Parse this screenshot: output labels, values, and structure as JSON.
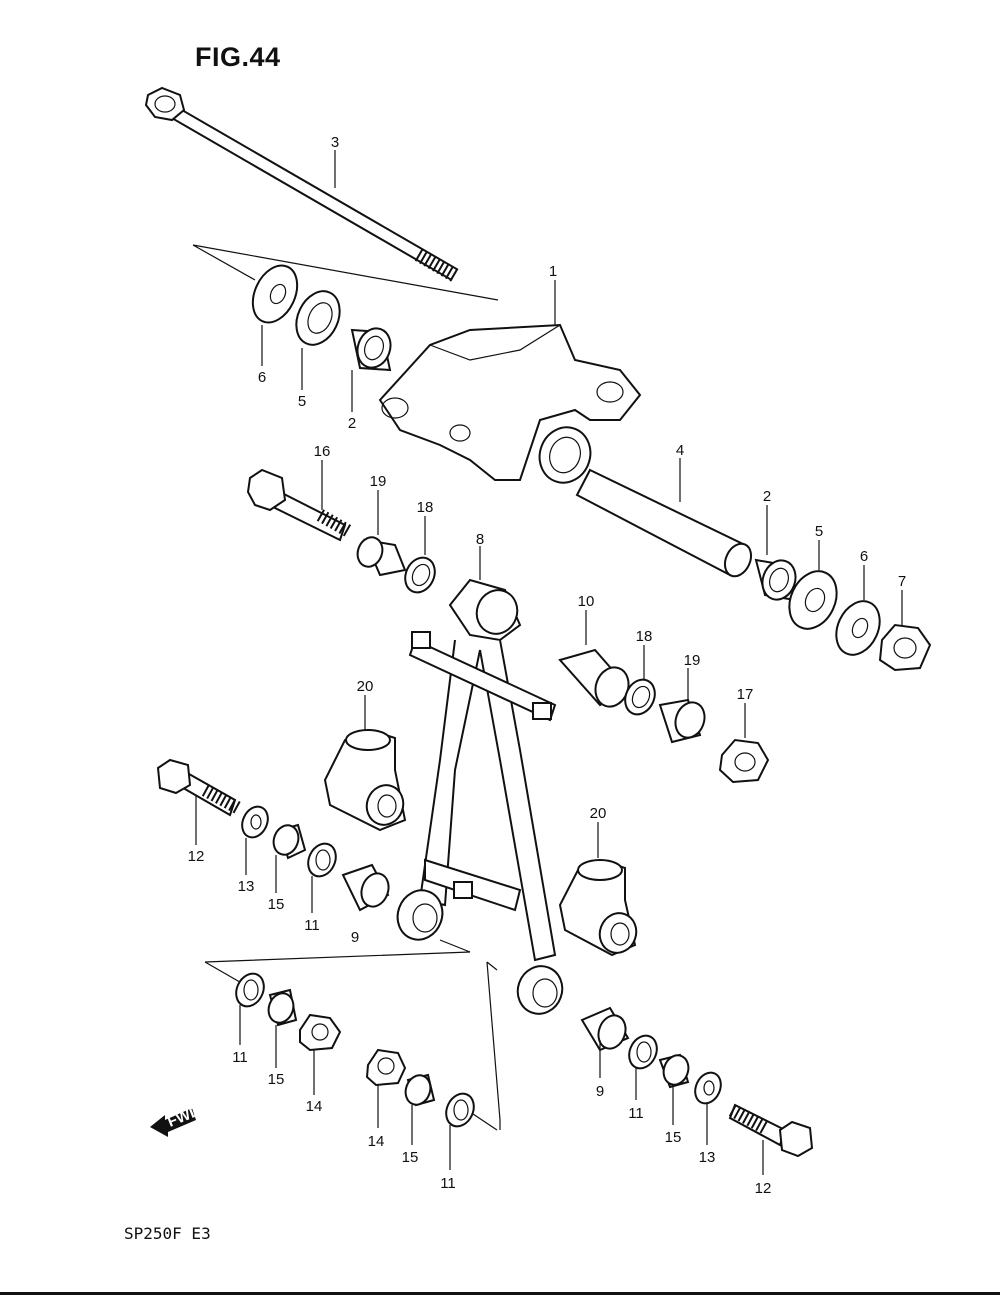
{
  "figure": {
    "title": "FIG.44",
    "model": "SP250F  E3",
    "fwd_label": "FWD"
  },
  "callouts": [
    {
      "id": "c-3a",
      "label": "3"
    },
    {
      "id": "c-1",
      "label": "1"
    },
    {
      "id": "c-6a",
      "label": "6"
    },
    {
      "id": "c-5a",
      "label": "5"
    },
    {
      "id": "c-2a",
      "label": "2"
    },
    {
      "id": "c-16",
      "label": "16"
    },
    {
      "id": "c-19a",
      "label": "19"
    },
    {
      "id": "c-18a",
      "label": "18"
    },
    {
      "id": "c-4",
      "label": "4"
    },
    {
      "id": "c-2b",
      "label": "2"
    },
    {
      "id": "c-5b",
      "label": "5"
    },
    {
      "id": "c-6b",
      "label": "6"
    },
    {
      "id": "c-7",
      "label": "7"
    },
    {
      "id": "c-8",
      "label": "8"
    },
    {
      "id": "c-10",
      "label": "10"
    },
    {
      "id": "c-18b",
      "label": "18"
    },
    {
      "id": "c-19b",
      "label": "19"
    },
    {
      "id": "c-17",
      "label": "17"
    },
    {
      "id": "c-20a",
      "label": "20"
    },
    {
      "id": "c-20b",
      "label": "20"
    },
    {
      "id": "c-12a",
      "label": "12"
    },
    {
      "id": "c-13a",
      "label": "13"
    },
    {
      "id": "c-15a",
      "label": "15"
    },
    {
      "id": "c-11a",
      "label": "11"
    },
    {
      "id": "c-9a",
      "label": "9"
    },
    {
      "id": "c-11b",
      "label": "11"
    },
    {
      "id": "c-15b",
      "label": "15"
    },
    {
      "id": "c-14a",
      "label": "14"
    },
    {
      "id": "c-14b",
      "label": "14"
    },
    {
      "id": "c-15c",
      "label": "15"
    },
    {
      "id": "c-11c",
      "label": "11"
    },
    {
      "id": "c-9b",
      "label": "9"
    },
    {
      "id": "c-11d",
      "label": "11"
    },
    {
      "id": "c-15d",
      "label": "15"
    },
    {
      "id": "c-13b",
      "label": "13"
    },
    {
      "id": "c-12b",
      "label": "12"
    }
  ]
}
